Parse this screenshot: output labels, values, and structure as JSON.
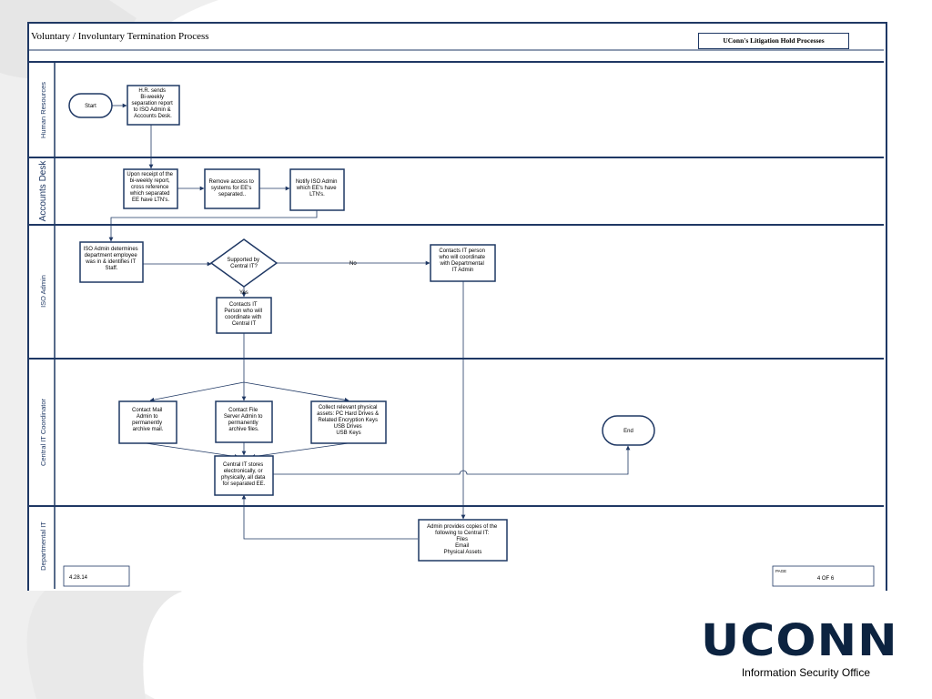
{
  "header": {
    "title": "Voluntary / Involuntary Termination Process",
    "hold_label": "UConn's Litigation Hold Processes"
  },
  "lanes": [
    "Human Resources",
    "Accounts Desk",
    "ISO Admin",
    "Central IT Coordinator",
    "Departmental IT"
  ],
  "nodes": {
    "start": "Start",
    "hr_sends": [
      "H.R. sends",
      "Bi-weekly",
      "separation report",
      "to ISO Admin &",
      "Accounts Desk."
    ],
    "cross_ref": [
      "Upon receipt of the",
      "bi-weekly report,",
      "cross reference",
      "which separated",
      "EE have LTN's."
    ],
    "remove_access": [
      "Remove access to",
      "systems for EE's",
      "separated.."
    ],
    "notify_iso": [
      "Notify ISO Admin",
      "which EE's have",
      "LTN's."
    ],
    "iso_determines": [
      "ISO Admin determines",
      "department employee",
      "was in & identifies IT",
      "Staff."
    ],
    "decision": [
      "Supported by",
      "Central IT?"
    ],
    "contacts_it_dept": [
      "Contacts IT person",
      "who will coordinate",
      "with Departmental",
      "IT Admin"
    ],
    "contacts_it_central": [
      "Contacts IT",
      "Person who will",
      "coordinate with",
      "Central IT"
    ],
    "mail_admin": [
      "Contact Mail",
      "Admin to",
      "permanently",
      "archive mail."
    ],
    "file_server": [
      "Contact File",
      "Server Admin to",
      "permanently",
      "archive files."
    ],
    "physical_assets": [
      "Collect relevant physical",
      "assets: PC Hard Drives &",
      "Related Encryption Keys",
      "USB Drives",
      "USB Keys"
    ],
    "stores": [
      "Central IT stores",
      "electronically, or",
      "physically, all data",
      "for separated EE."
    ],
    "end": "End",
    "dept_admin": [
      "Admin provides copies of the",
      "following to Central IT:",
      "Files",
      "Email",
      "Physical Assets"
    ]
  },
  "edge_labels": {
    "no": "No",
    "yes": "Yes"
  },
  "footer": {
    "date": "4.28.14",
    "page_label": "PAGE",
    "page_value": "4 OF 6"
  },
  "logo": {
    "word": "UCONN",
    "subtitle": "Information Security Office"
  },
  "colors": {
    "line": "#1f3864",
    "logo": "#0c2340",
    "swirl": "#ececec"
  }
}
